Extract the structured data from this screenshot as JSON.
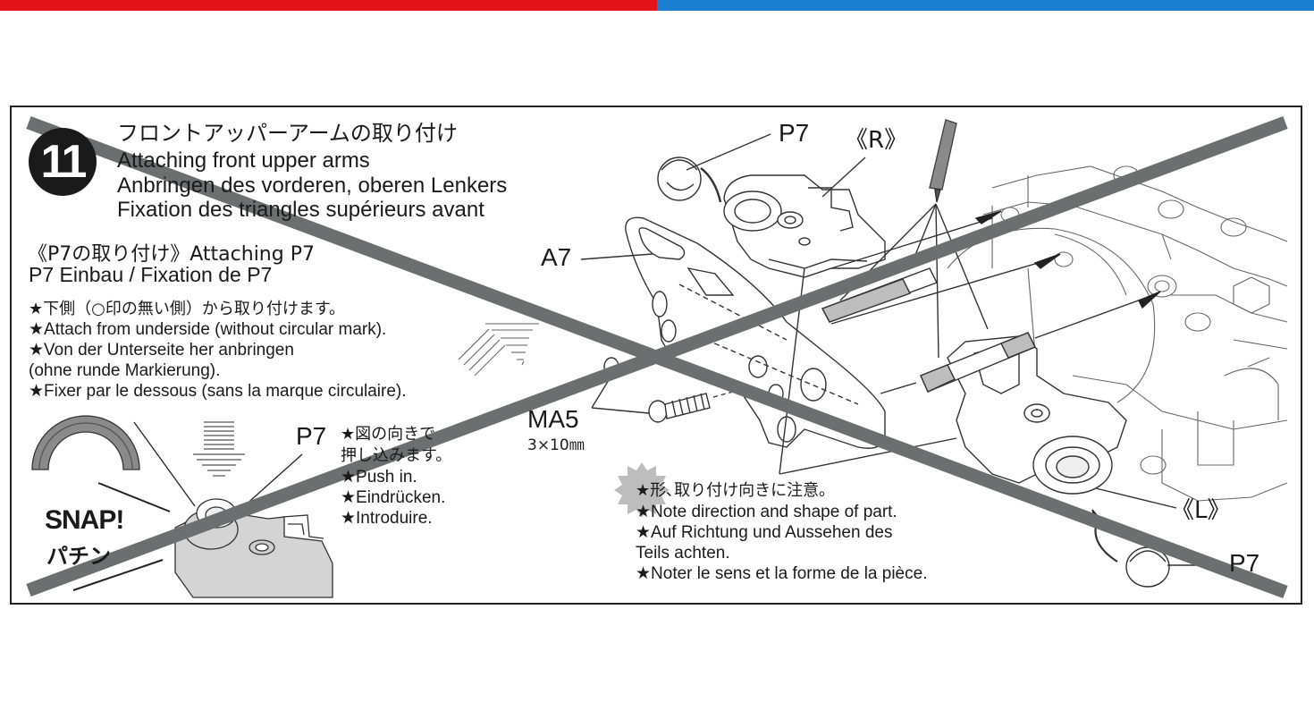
{
  "colors": {
    "bar_red": "#e3131b",
    "bar_blue": "#1a7fd0",
    "cross": "#6d6e70",
    "part_gray": "#d4d4d4"
  },
  "step": {
    "number": "11",
    "title_jp": "フロントアッパーアームの取り付け",
    "title_en": "Attaching front upper arms",
    "title_de": "Anbringen des vorderen, oberen Lenkers",
    "title_fr": "Fixation des triangles supérieurs avant"
  },
  "p7_section": {
    "heading_line1": "《P7の取り付け》Attaching P7",
    "heading_line2": "P7 Einbau / Fixation de P7",
    "notes": [
      "★下側（○印の無い側）から取り付けます。",
      "★Attach from underside (without circular mark).",
      "★Von der Unterseite her anbringen",
      "(ohne runde Markierung).",
      "★Fixer par le dessous (sans la marque circulaire)."
    ]
  },
  "snap": {
    "label": "SNAP!",
    "label_jp": "パチン"
  },
  "push_in": {
    "part": "P7",
    "lines": [
      "★図の向きで",
      "押し込みます。",
      "★Push in.",
      "★Eindrücken.",
      "★Introduire."
    ]
  },
  "parts": {
    "p7_top": "P7",
    "right": "《R》",
    "a7": "A7",
    "ma5": "MA5",
    "ma5_size": "3×10㎜",
    "left": "《L》",
    "p7_bottom": "P7"
  },
  "caution": {
    "lines": [
      "★形､取り付け向きに注意｡",
      "★Note direction and shape of part.",
      "★Auf Richtung und Aussehen des",
      "Teils achten.",
      "★Noter le sens et la forme de la pièce."
    ]
  }
}
